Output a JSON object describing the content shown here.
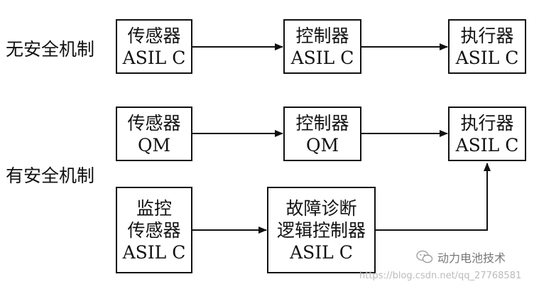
{
  "row_labels": {
    "no_safety": "无安全机制",
    "with_safety": "有安全机制"
  },
  "top_row": {
    "sensor": [
      "传感器",
      "ASIL C"
    ],
    "controller": [
      "控制器",
      "ASIL C"
    ],
    "actuator": [
      "执行器",
      "ASIL C"
    ]
  },
  "middle_row": {
    "sensor": [
      "传感器",
      "QM"
    ],
    "controller": [
      "控制器",
      "QM"
    ],
    "actuator": [
      "执行器",
      "ASIL C"
    ]
  },
  "bottom_row": {
    "monitor_sensor": [
      "监控",
      "传感器",
      "ASIL C"
    ],
    "fault_controller": [
      "故障诊断",
      "逻辑控制器",
      "ASIL C"
    ]
  },
  "watermark": {
    "name": "动力电池技术",
    "url": "https://blog.csdn.net/qq_27768581",
    "icon": "wechat-icon"
  }
}
